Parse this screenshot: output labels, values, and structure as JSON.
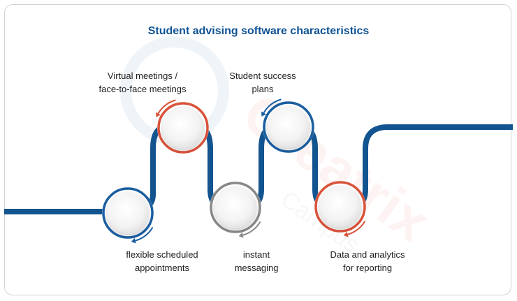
{
  "title": "Student advising software characteristics",
  "colors": {
    "line": "#12548f",
    "orange": "#d9533a",
    "blue": "#1a5ea0",
    "gray": "#888888",
    "title": "#0f5394"
  },
  "steps": [
    {
      "line1": "flexible scheduled",
      "line2": "appointments",
      "ring_color": "blue",
      "position": "bottom"
    },
    {
      "line1": "Virtual meetings /",
      "line2": "face-to-face meetings",
      "ring_color": "orange",
      "position": "top"
    },
    {
      "line1": "instant",
      "line2": "messaging",
      "ring_color": "gray",
      "position": "bottom"
    },
    {
      "line1": "Student success",
      "line2": "plans",
      "ring_color": "blue",
      "position": "top"
    },
    {
      "line1": "Data and analytics",
      "line2": "for reporting",
      "ring_color": "orange",
      "position": "bottom"
    }
  ],
  "watermark": {
    "text": "Creatrix",
    "subtext": "Campus"
  }
}
